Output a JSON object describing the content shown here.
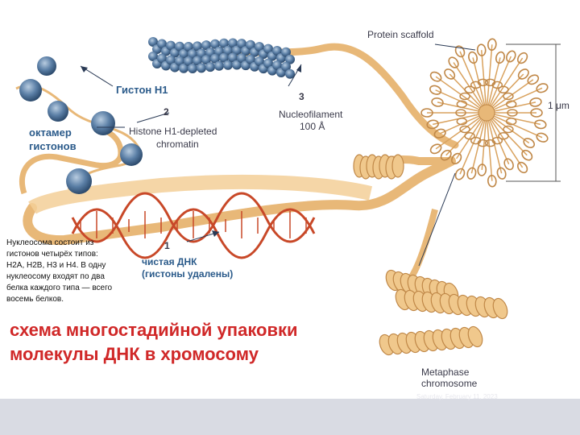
{
  "labels": {
    "protein_scaffold": "Protein scaffold",
    "histone_h1": "Гистон H1",
    "step3": "3",
    "nucleofilament": "Nucleofilament",
    "angstrom": "100 Å",
    "step2": "2",
    "octamer_line1": "октамер",
    "octamer_line2": "гистонов",
    "h1_depleted_line1": "Histone H1-depleted",
    "h1_depleted_line2": "chromatin",
    "micrometer": "1 μm",
    "step1": "1",
    "pure_dna_line1": "чистая ДНК",
    "pure_dna_line2": "(гистоны удалены)",
    "metaphase_line1": "Metaphase",
    "metaphase_line2": "chromosome"
  },
  "note": "Нуклеосома состоит из\nгистонов четырёх типов:\nH2A, H2B, H3 и H4. В одну\nнуклеосому входят по два\nбелка каждого типа — всего\nвосемь белков.",
  "title_line1": "схема многостадийной упаковки",
  "title_line2": "молекулы ДНК в хромосому",
  "date_stamp": "Saturday, February 11, 2023",
  "colors": {
    "title": "#d02828",
    "fiber": "#e8b878",
    "fiber_stroke": "#c08848",
    "nucleosome": "#5b7fa6",
    "dna_helix": "#c84828",
    "footer_bar": "#d9dbe3"
  }
}
